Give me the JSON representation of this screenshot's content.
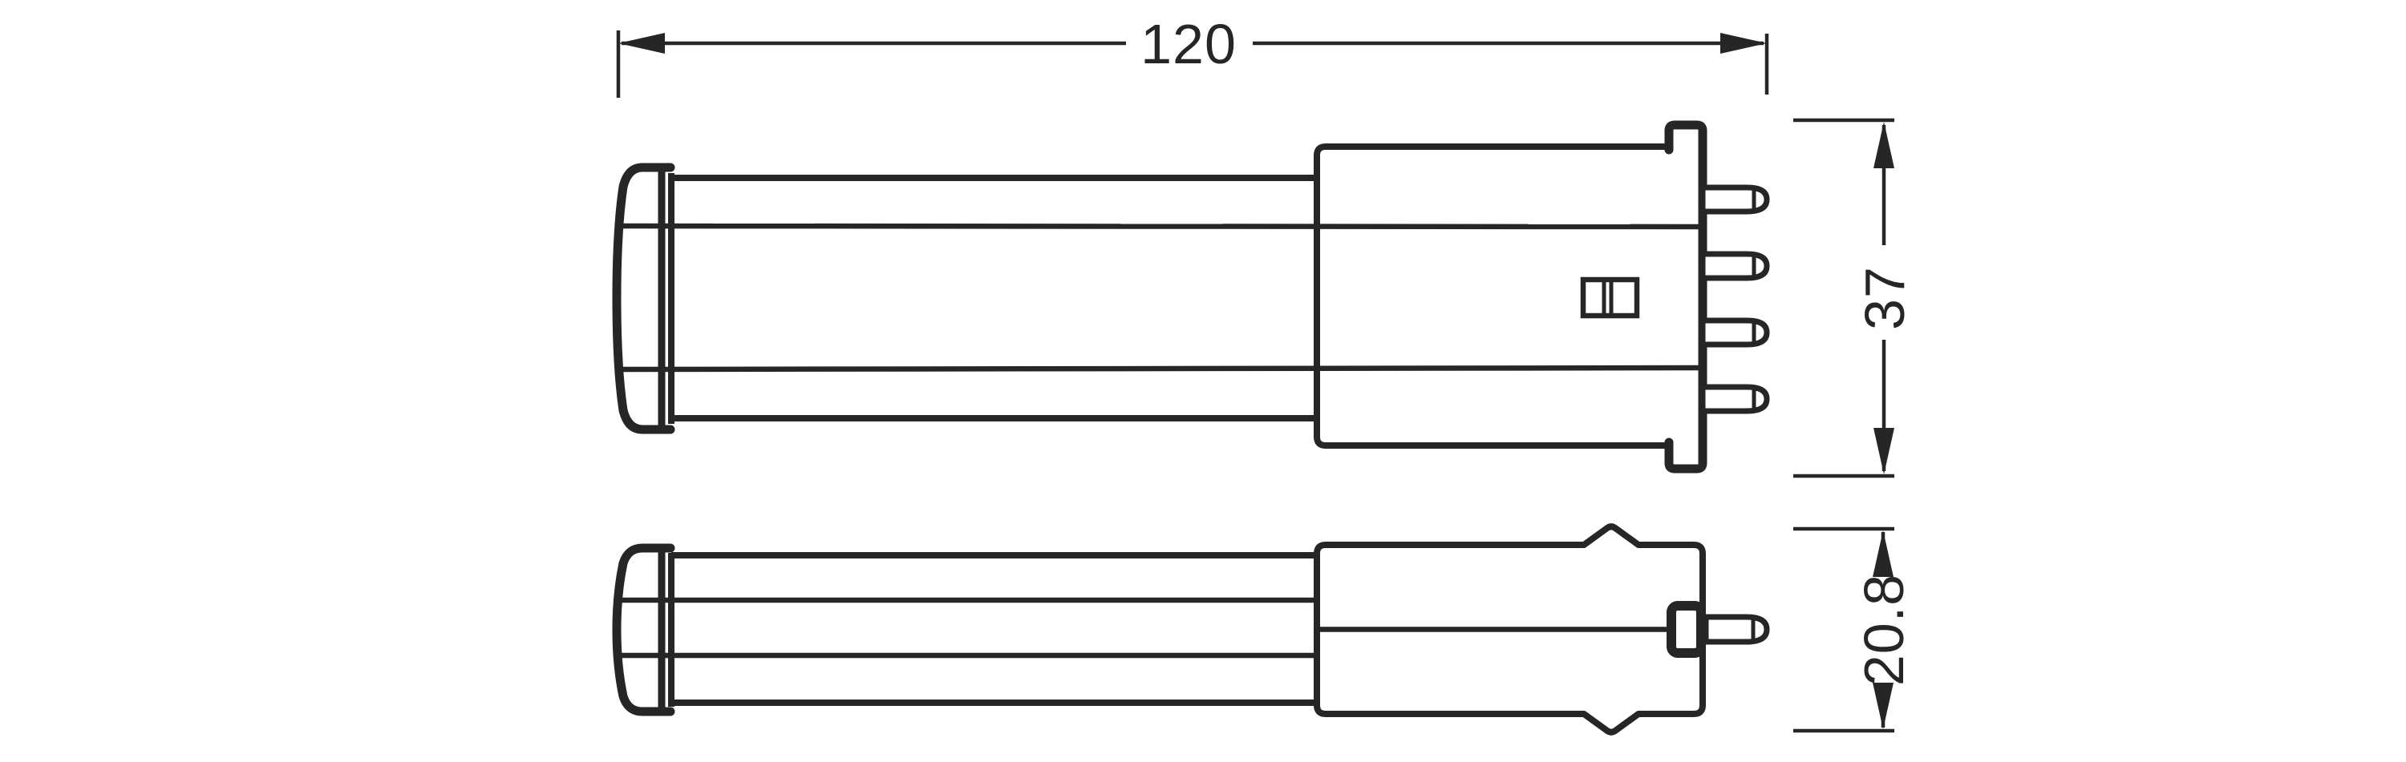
{
  "drawing": {
    "type": "technical-dimension-drawing",
    "views": {
      "side_view": "lamp side elevation with 4-pin base",
      "edge_view": "lamp edge elevation with single pin and keying ribs"
    },
    "dimension_labels": {
      "length": "120",
      "height": "37",
      "depth": "20.8"
    },
    "colors": {
      "line": "#262626",
      "background": "#ffffff"
    }
  }
}
